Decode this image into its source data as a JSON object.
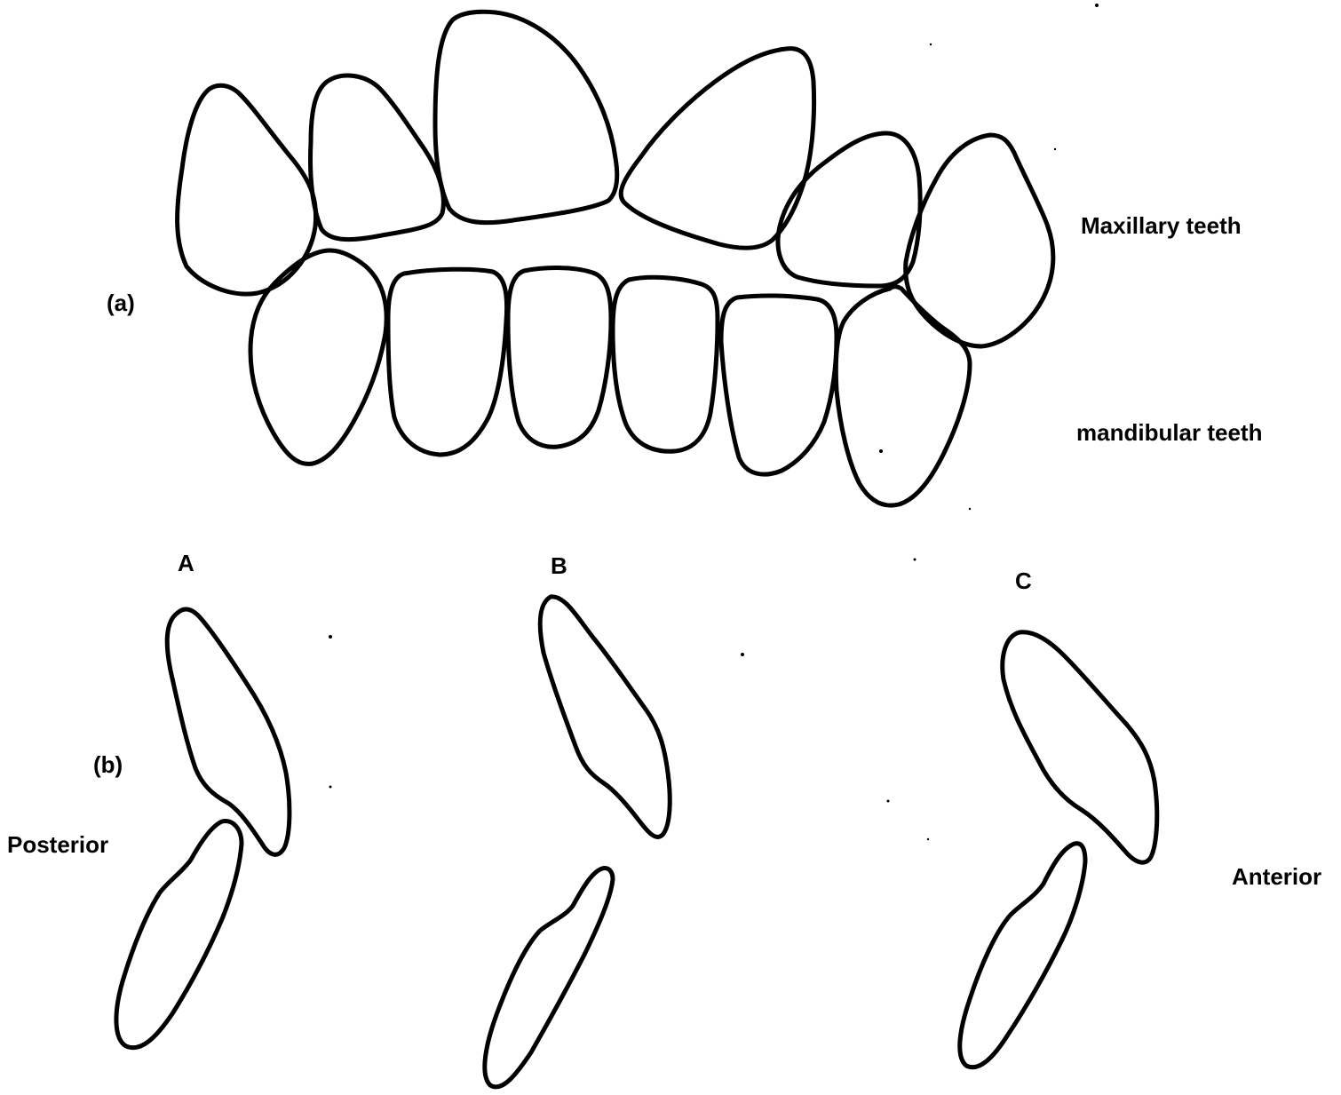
{
  "part_a": {
    "label": "(a)",
    "upper_label": "Maxillary teeth",
    "lower_label": "mandibular teeth"
  },
  "part_b": {
    "label": "(b)",
    "left_label": "Posterior",
    "right_label": "Anterior",
    "panels": [
      {
        "label": "A"
      },
      {
        "label": "B"
      },
      {
        "label": "C"
      }
    ]
  },
  "colors": {
    "line": "#000000",
    "background": "#ffffff"
  }
}
